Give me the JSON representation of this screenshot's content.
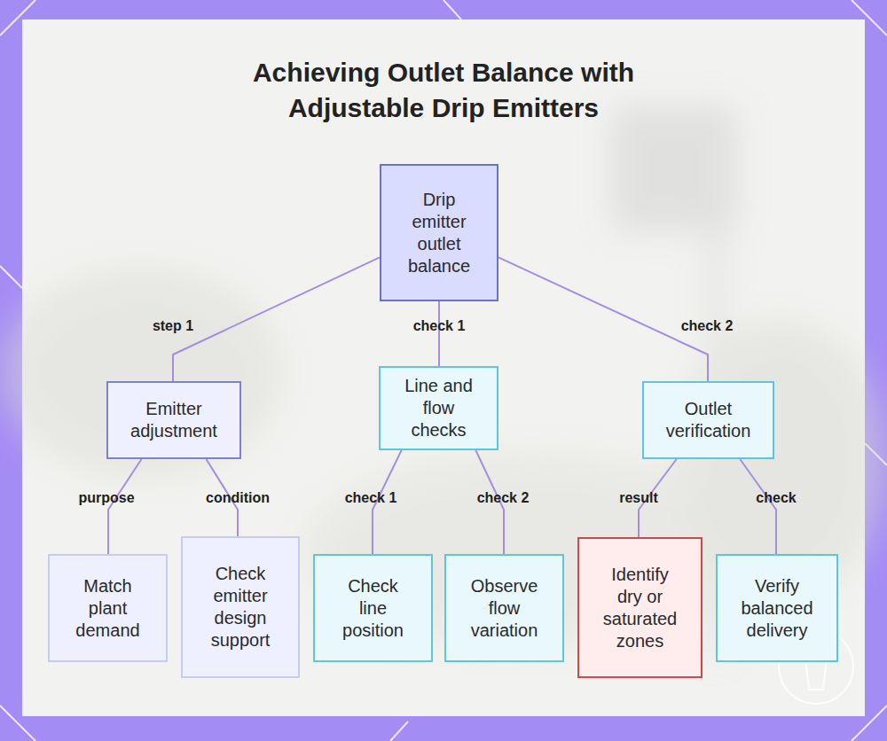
{
  "diagram": {
    "title": "Achieving Outlet Balance with Adjustable Drip Emitters",
    "nodes": [
      {
        "text": [
          "Drip emitter outlet balance"
        ]
      },
      {
        "text": [
          "Emitter adjustment"
        ]
      },
      {
        "text": [
          "Line and flow checks"
        ]
      },
      {
        "text": [
          "Outlet verification"
        ]
      },
      {
        "text": [
          "Match plant demand"
        ]
      },
      {
        "text": [
          "Check emitter design support"
        ]
      },
      {
        "text": [
          "Check line position"
        ]
      },
      {
        "text": [
          "Observe flow variation"
        ]
      },
      {
        "text": [
          "Identify dry or saturated zones"
        ]
      },
      {
        "text": [
          "Verify balanced delivery"
        ]
      }
    ],
    "edges": [
      {
        "from": 0,
        "to": 1,
        "label": "step 1",
        "arrow": "none"
      },
      {
        "from": 0,
        "to": 2,
        "label": "check 1",
        "arrow": "none"
      },
      {
        "from": 0,
        "to": 3,
        "label": "check 2",
        "arrow": "none"
      },
      {
        "from": 1,
        "to": 4,
        "label": "purpose",
        "arrow": "none"
      },
      {
        "from": 1,
        "to": 5,
        "label": "condition",
        "arrow": "none"
      },
      {
        "from": 2,
        "to": 6,
        "label": "check 1",
        "arrow": "none"
      },
      {
        "from": 2,
        "to": 7,
        "label": "check 2",
        "arrow": "none"
      },
      {
        "from": 3,
        "to": 8,
        "label": "result",
        "arrow": "none"
      },
      {
        "from": 3,
        "to": 9,
        "label": "check",
        "arrow": "none"
      }
    ]
  }
}
